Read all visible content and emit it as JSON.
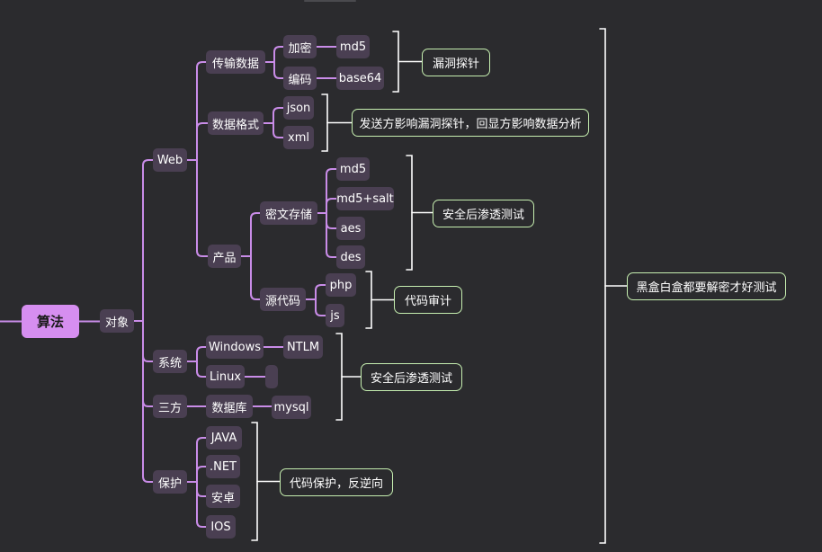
{
  "colors": {
    "background": "#2b2b2e",
    "root": "#d68ef0",
    "node": "#4a3f52",
    "line": "#c98ce8",
    "note_border": "#c6efb0",
    "bracket": "#ffffff"
  },
  "nodes": {
    "root": "算法",
    "object": "对象",
    "web": "Web",
    "transfer": "传输数据",
    "encrypt": "加密",
    "md5_t": "md5",
    "encode": "编码",
    "base64": "base64",
    "data_format": "数据格式",
    "json": "json",
    "xml": "xml",
    "product": "产品",
    "cipher_store": "密文存储",
    "md5_p": "md5",
    "md5salt": "md5+salt",
    "aes": "aes",
    "des": "des",
    "source_code": "源代码",
    "php": "php",
    "js": "js",
    "system": "系统",
    "windows": "Windows",
    "ntlm": "NTLM",
    "linux": "Linux",
    "linux_child": "",
    "third": "三方",
    "database": "数据库",
    "mysql": "mysql",
    "protect": "保护",
    "java": "JAVA",
    "net": ".NET",
    "android": "安卓",
    "ios": "IOS"
  },
  "notes": {
    "vuln_probe": "漏洞探针",
    "send_echo": "发送方影响漏洞探针，回显方影响数据分析",
    "post_pentest_1": "安全后渗透测试",
    "code_audit": "代码审计",
    "post_pentest_2": "安全后渗透测试",
    "code_protect": "代码保护，反逆向",
    "blackbox_whitebox": "黑盒白盒都要解密才好测试"
  }
}
